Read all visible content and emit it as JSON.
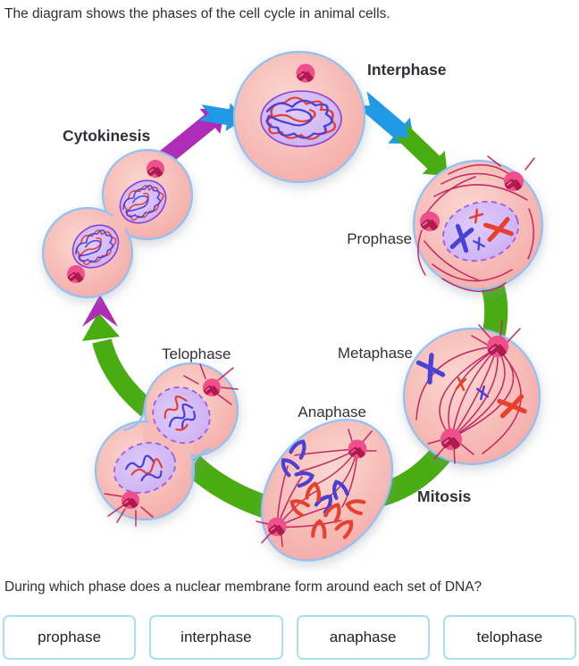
{
  "intro_text": "The diagram shows the phases of the cell cycle in animal cells.",
  "question": {
    "text": "During which phase does a nuclear membrane form around each set of DNA?"
  },
  "choices": [
    {
      "label": "prophase"
    },
    {
      "label": "interphase"
    },
    {
      "label": "anaphase"
    },
    {
      "label": "telophase"
    }
  ],
  "diagram": {
    "labels": {
      "interphase": "Interphase",
      "prophase": "Prophase",
      "metaphase": "Metaphase",
      "anaphase": "Anaphase",
      "mitosis": "Mitosis",
      "telophase": "Telophase",
      "cytokinesis": "Cytokinesis"
    },
    "colors": {
      "interphase_label": "#1e9ae6",
      "cytokinesis_label": "#af2cb8",
      "mitosis_label": "#3fa41f",
      "phase_label": "#2e3137",
      "arrow_blue": "#1e9ae6",
      "arrow_green": "#49ad12",
      "arrow_magenta": "#af2cb8",
      "cell_fill": "#f5aca9",
      "cell_border": "#8fc2f4",
      "nucleus_fill": "#cdb0f5",
      "nucleus_border": "#8d3fd6",
      "chromatin_red": "#e8402f",
      "chromatin_blue": "#4840d8",
      "spindle_fiber": "#c2205f",
      "centrosome": "#ef4f8c",
      "centrosome_dark": "#ad1a4e"
    }
  }
}
